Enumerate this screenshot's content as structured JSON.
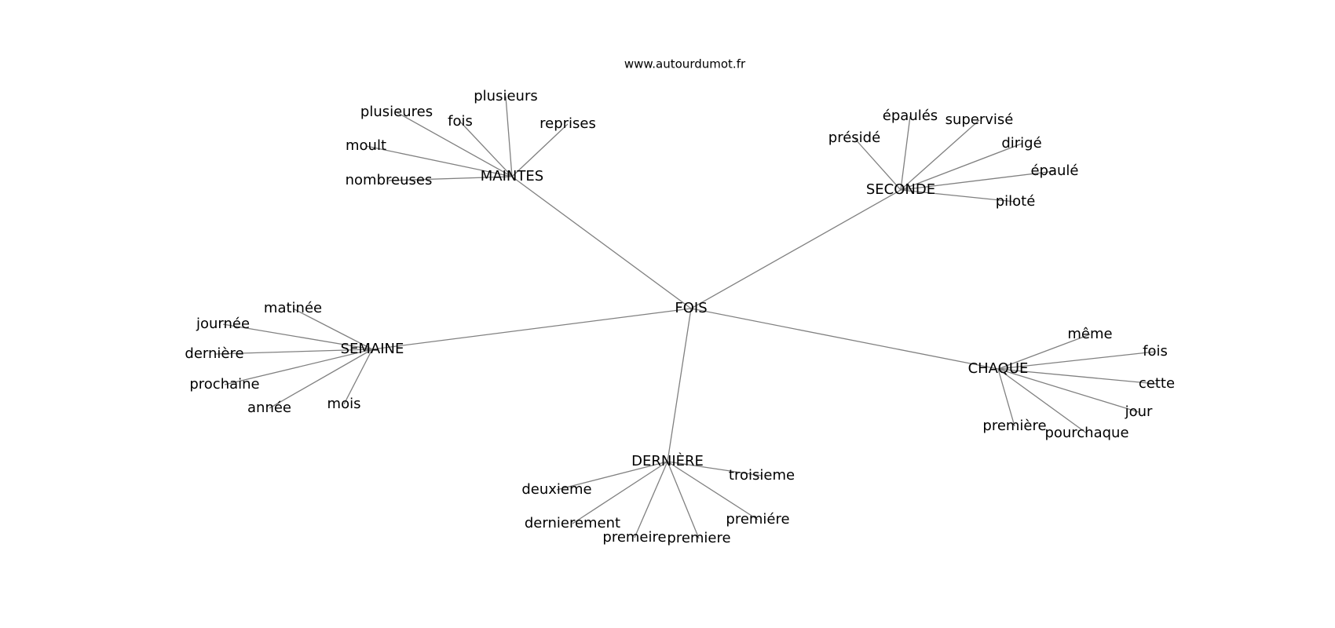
{
  "site": "www.autourdumot.fr",
  "graph": {
    "center": "FOIS",
    "clusters": [
      {
        "label": "MAINTES",
        "children": [
          "plusieurs",
          "fois",
          "plusieures",
          "moult",
          "nombreuses",
          "reprises"
        ]
      },
      {
        "label": "SECONDE",
        "children": [
          "épaulés",
          "supervisé",
          "présidé",
          "dirigé",
          "épaulé",
          "piloté"
        ]
      },
      {
        "label": "SEMAINE",
        "children": [
          "matinée",
          "journée",
          "dernière",
          "prochaine",
          "année",
          "mois"
        ]
      },
      {
        "label": "CHAQUE",
        "children": [
          "même",
          "fois",
          "cette",
          "jour",
          "pourchaque",
          "première"
        ]
      },
      {
        "label": "DERNIÈRE",
        "children": [
          "troisieme",
          "deuxieme",
          "dernierement",
          "premeire",
          "premiere",
          "premiére"
        ]
      }
    ]
  },
  "colors": {
    "edge": "#808080",
    "text": "#000000",
    "background": "#ffffff"
  }
}
